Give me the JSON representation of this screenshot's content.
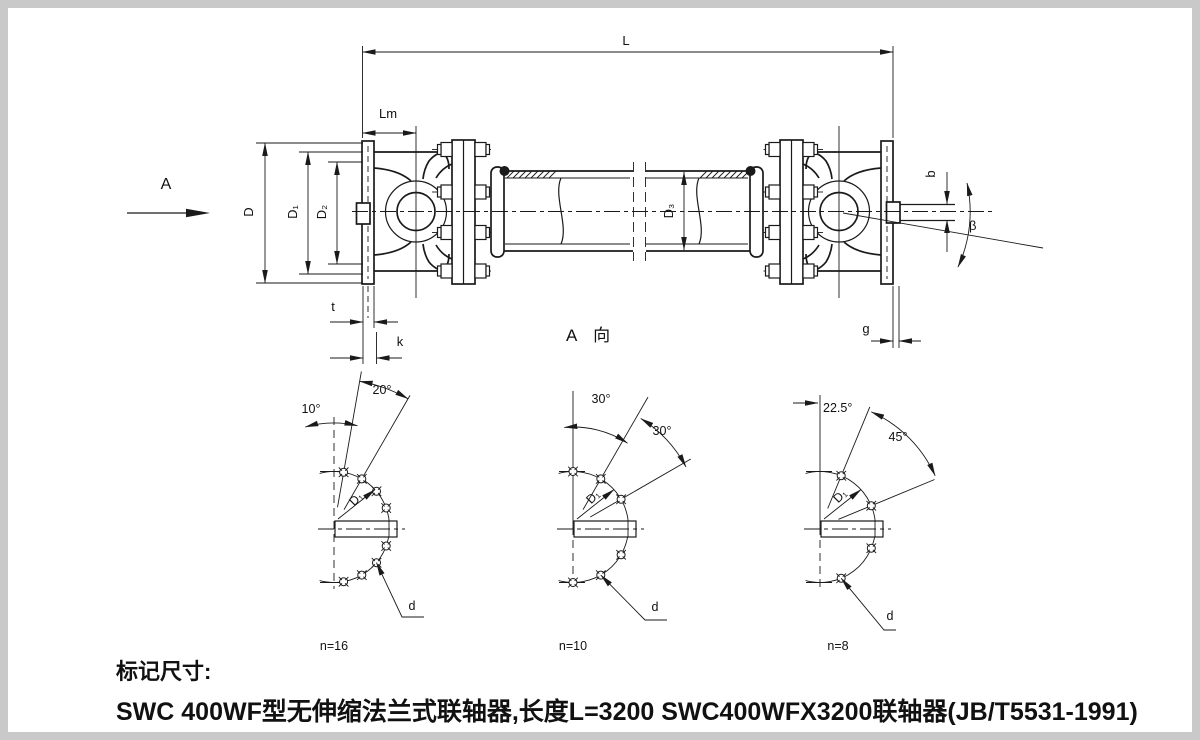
{
  "page": {
    "frame_color": "#c9c9c9",
    "canvas_color": "#ffffff",
    "line_color": "#1a1a1a"
  },
  "main_view": {
    "view_arrow_label": "A",
    "view_section_label": "A  向",
    "dims": {
      "overall_length": "L",
      "joint_offset": "Lm",
      "flange_od": "D",
      "bolt_circle": "D₁",
      "spigot": "D₂",
      "tube_od": "D₃",
      "flange_thickness": "t",
      "hub_depth": "k",
      "gap": "g",
      "key_width": "b",
      "swing_angle": "β"
    }
  },
  "bolt_diagrams": [
    {
      "bolt_count": "n=16",
      "angle_a": "10°",
      "angle_b": "20°",
      "bolt_circle_label": "D₁",
      "hole_label": "d"
    },
    {
      "bolt_count": "n=10",
      "angle_a": "30°",
      "angle_b": "30°",
      "bolt_circle_label": "D₁",
      "hole_label": "d"
    },
    {
      "bolt_count": "n=8",
      "angle_a": "22.5°",
      "angle_b": "45°",
      "bolt_circle_label": "D₁",
      "hole_label": "d"
    }
  ],
  "footer": {
    "title": "标记尺寸:",
    "description": "SWC 400WF型无伸缩法兰式联轴器,长度L=3200   SWC400WFX3200联轴器(JB/T5531-1991)"
  }
}
